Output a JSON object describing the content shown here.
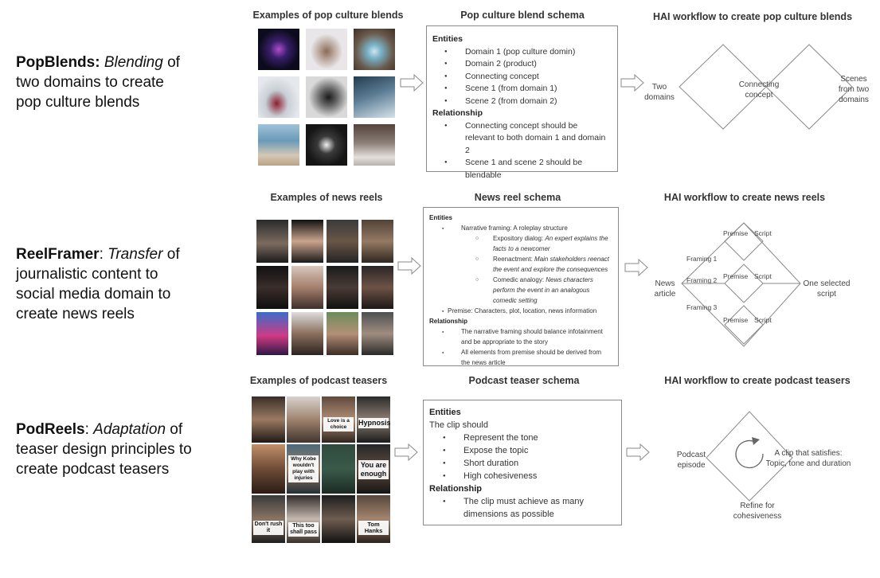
{
  "rows": [
    {
      "name_bold": "PopBlends:",
      "name_italic": "Blending",
      "rest1": "of",
      "rest2": "two domains to create",
      "rest3": "pop culture blends",
      "examples_title": "Examples of pop culture blends",
      "schema_title": "Pop culture blend schema",
      "workflow_title": "HAI workflow to create pop culture blends",
      "schema": {
        "entities_head": "Entities",
        "entities": [
          "Domain 1 (pop culture domin)",
          "Domain 2 (product)",
          "Connecting concept",
          "Scene 1 (from domain 1)",
          "Scene 2 (from domain 2)"
        ],
        "rel_head": "Relationship",
        "relationships": [
          "Connecting concept should be relevant to both domain 1 and domain 2",
          "Scene 1 and scene 2 should be blendable"
        ]
      },
      "workflow": {
        "left": "Two domains",
        "center": "Connecting concept",
        "right": "Scenes from two domains"
      }
    },
    {
      "name_bold": "ReelFramer",
      "name_sep": ":",
      "name_italic": "Transfer",
      "rest1": "of",
      "rest2": "journalistic content to",
      "rest3": "social media domain to",
      "rest4": "create news reels",
      "examples_title": "Examples of news reels",
      "schema_title": "News reel schema",
      "workflow_title": "HAI workflow to create news reels",
      "schema": {
        "entities_head": "Entities",
        "narrative": "Narrative framing: A roleplay structure",
        "subitems": [
          {
            "label": "Expository dialog: ",
            "em": "An expert explains the facts to a newcomer"
          },
          {
            "label": "Reenactment: ",
            "em": "Main stakeholders reenact the event and explore the consequences"
          },
          {
            "label": "Comedic analogy: ",
            "em": "News characters perform the event in an analogous comedic setting"
          }
        ],
        "premise": "Premise: Characters, plot, location, news information",
        "rel_head": "Relationship",
        "relationships": [
          "The narrative framing should balance infotainment and be appropriate to the story",
          "All elements from premise should be derived from the news article"
        ]
      },
      "workflow": {
        "left": "News article",
        "framing1": "Framing 1",
        "framing2": "Framing 2",
        "framing3": "Framing 3",
        "premise": "Premise",
        "script": "Script",
        "right": "One selected script"
      }
    },
    {
      "name_bold": "PodReels",
      "name_sep": ":",
      "name_italic": "Adaptation",
      "rest1": "of",
      "rest2": "teaser design principles to",
      "rest3": "create podcast teasers",
      "examples_title": "Examples of podcast teasers",
      "schema_title": "Podcast teaser schema",
      "workflow_title": "HAI workflow to create podcast teasers",
      "schema": {
        "entities_head": "Entities",
        "clip_should": "The clip should",
        "entities": [
          "Represent the tone",
          "Expose the topic",
          "Short duration",
          "High cohesiveness"
        ],
        "rel_head": "Relationship",
        "relationships": [
          "The clip must achieve as many dimensions as possible"
        ]
      },
      "workflow": {
        "left": "Podcast episode",
        "right": "A clip that satisfies: Topic, tone and duration",
        "bottom": "Refine for cohesiveness"
      }
    }
  ],
  "thumb_labels": {
    "reel": [
      "Love is a choice",
      "Hypnosis",
      "Why Kobe wouldn't play with injuries",
      "You are enough",
      "Don't rush it",
      "This too shall pass",
      "Tom Hanks"
    ]
  },
  "colors": {
    "line": "#8a8a8a",
    "text": "#333333",
    "title": "#111111"
  }
}
